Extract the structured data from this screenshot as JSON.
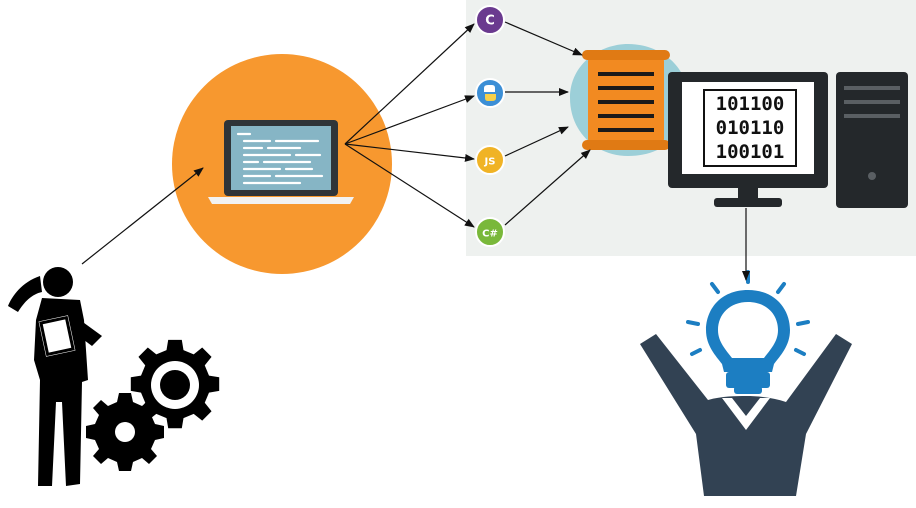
{
  "colors": {
    "panel_bg": "#eef1ef",
    "laptop_circle": "#f7982f",
    "laptop_screen": "#86b5c5",
    "laptop_frame": "#2f3438",
    "scroll": "#f28a21",
    "bubble": "#9ccfd8",
    "monitor_frame": "#24282b",
    "tower": "#24282b",
    "bulb_blue": "#1c7ec2",
    "person_dark": "#324253",
    "arrow": "#111111"
  },
  "languages": [
    {
      "name": "c",
      "icon": "c-language-icon",
      "text": "C",
      "color": "#6a3a8f"
    },
    {
      "name": "python",
      "icon": "python-icon",
      "text": "",
      "color": "#3c8fd6"
    },
    {
      "name": "js",
      "icon": "javascript-icon",
      "text": "JS",
      "color": "#f0b325"
    },
    {
      "name": "csharp",
      "icon": "csharp-icon",
      "text": "C#",
      "color": "#79b83a"
    }
  ],
  "binary": [
    "101100",
    "010110",
    "100101"
  ]
}
